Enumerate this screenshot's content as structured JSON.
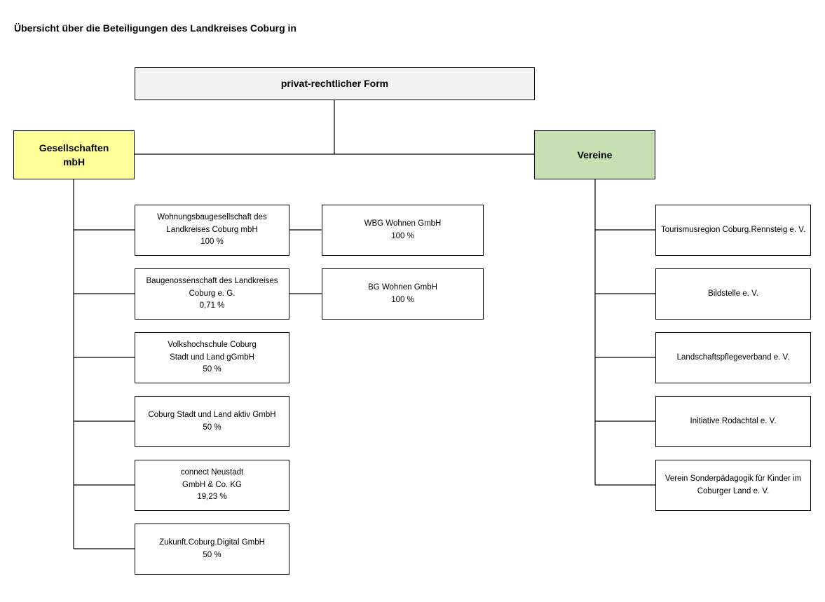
{
  "title": "Übersicht über die Beteiligungen des Landkreises Coburg in",
  "top": {
    "label": "privat-rechtlicher Form",
    "color": "#f2f2f2"
  },
  "categories": [
    {
      "lines": [
        "Gesellschaften",
        "mbH"
      ],
      "color": "#ffff99"
    },
    {
      "lines": [
        "Vereine"
      ],
      "color": "#c6e0b4"
    }
  ],
  "gesellschaften": [
    {
      "lines": [
        "Wohnungsbaugesellschaft des",
        "Landkreises Coburg mbH",
        "100 %"
      ]
    },
    {
      "lines": [
        "Baugenossenschaft des Landkreises",
        "Coburg e. G.",
        "0,71 %"
      ]
    },
    {
      "lines": [
        "Volkshochschule Coburg",
        "Stadt und Land gGmbH",
        "50 %"
      ]
    },
    {
      "lines": [
        "Coburg Stadt und Land aktiv GmbH",
        "50 %"
      ]
    },
    {
      "lines": [
        "connect Neustadt",
        "GmbH & Co. KG",
        "19,23 %"
      ]
    },
    {
      "lines": [
        "Zukunft.Coburg.Digital GmbH",
        "50 %"
      ]
    }
  ],
  "tochter": [
    {
      "lines": [
        "WBG Wohnen GmbH",
        "100 %"
      ]
    },
    {
      "lines": [
        "BG Wohnen GmbH",
        "100 %"
      ]
    }
  ],
  "vereine": [
    {
      "lines": [
        "Tourismusregion Coburg.Rennsteig e. V."
      ]
    },
    {
      "lines": [
        "Bildstelle e. V."
      ]
    },
    {
      "lines": [
        "Landschaftspflegeverband e. V."
      ]
    },
    {
      "lines": [
        "Initiative Rodachtal e. V."
      ]
    },
    {
      "lines": [
        "Verein Sonderpädagogik für Kinder im",
        "Coburger Land e. V."
      ]
    }
  ]
}
